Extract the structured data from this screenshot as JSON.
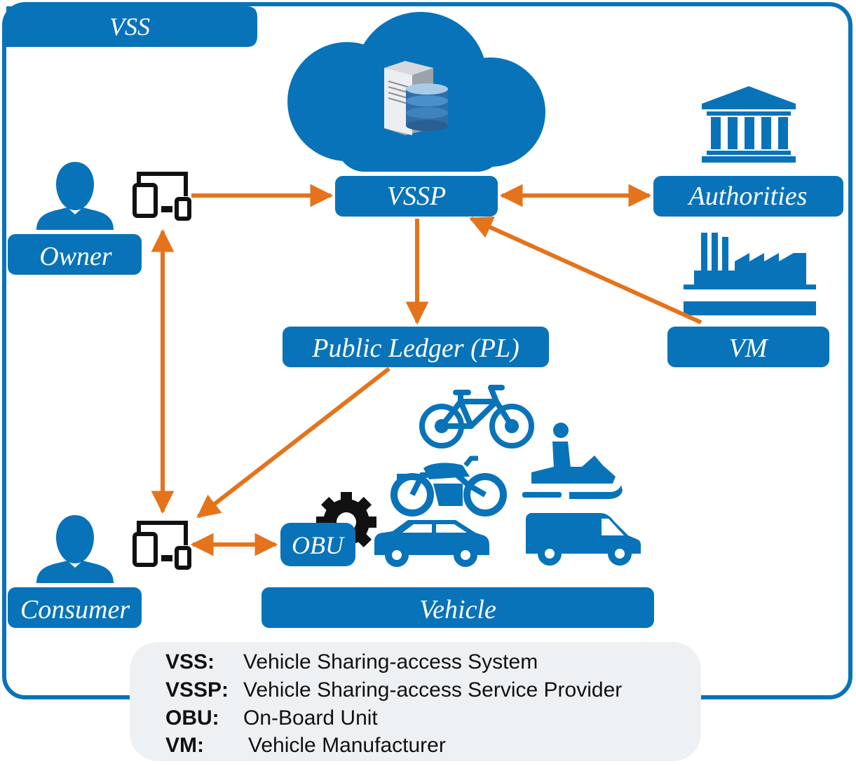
{
  "frame": {
    "title": "VSS"
  },
  "nodes": {
    "vssp": "VSSP",
    "authorities": "Authorities",
    "owner": "Owner",
    "public_ledger": "Public Ledger (PL)",
    "vm": "VM",
    "consumer": "Consumer",
    "obu": "OBU",
    "vehicle": "Vehicle"
  },
  "legend": [
    {
      "abbr": "VSS:",
      "text": "Vehicle Sharing-access System"
    },
    {
      "abbr": "VSSP:",
      "text": "Vehicle Sharing-access Service Provider"
    },
    {
      "abbr": "OBU:",
      "text": "On-Board Unit"
    },
    {
      "abbr": "VM:",
      "text": "Vehicle Manufacturer"
    }
  ],
  "colors": {
    "primary": "#0873b9",
    "arrow": "#e5731c",
    "legend_bg": "#eef1f4"
  },
  "icons": [
    "cloud-icon",
    "server-database-icon",
    "government-building-icon",
    "factory-icon",
    "person-icon",
    "devices-icon",
    "gear-icon",
    "bicycle-icon",
    "motorcycle-icon",
    "snowmobile-icon",
    "car-icon",
    "van-icon"
  ]
}
